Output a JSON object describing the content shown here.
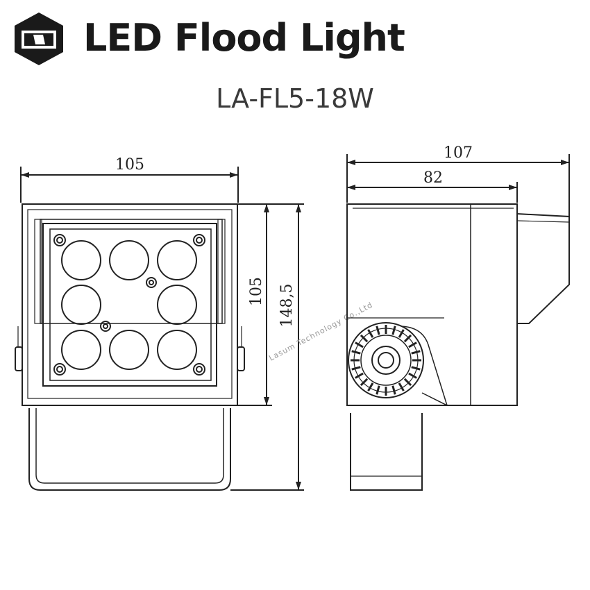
{
  "header": {
    "logo_icon": "hexagon-lamp-logo-icon",
    "title": "LED Flood Light",
    "model": "LA-FL5-18W"
  },
  "front_view": {
    "width_dim": "105",
    "head_height_dim": "105",
    "total_height_dim": "148,5"
  },
  "side_view": {
    "total_depth_dim": "107",
    "body_depth_dim": "82"
  },
  "watermark": {
    "text": "Lasum Technology Co.,Ltd"
  },
  "colors": {
    "line": "#222222",
    "text": "#1a1a1a",
    "watermark": "#999999"
  }
}
